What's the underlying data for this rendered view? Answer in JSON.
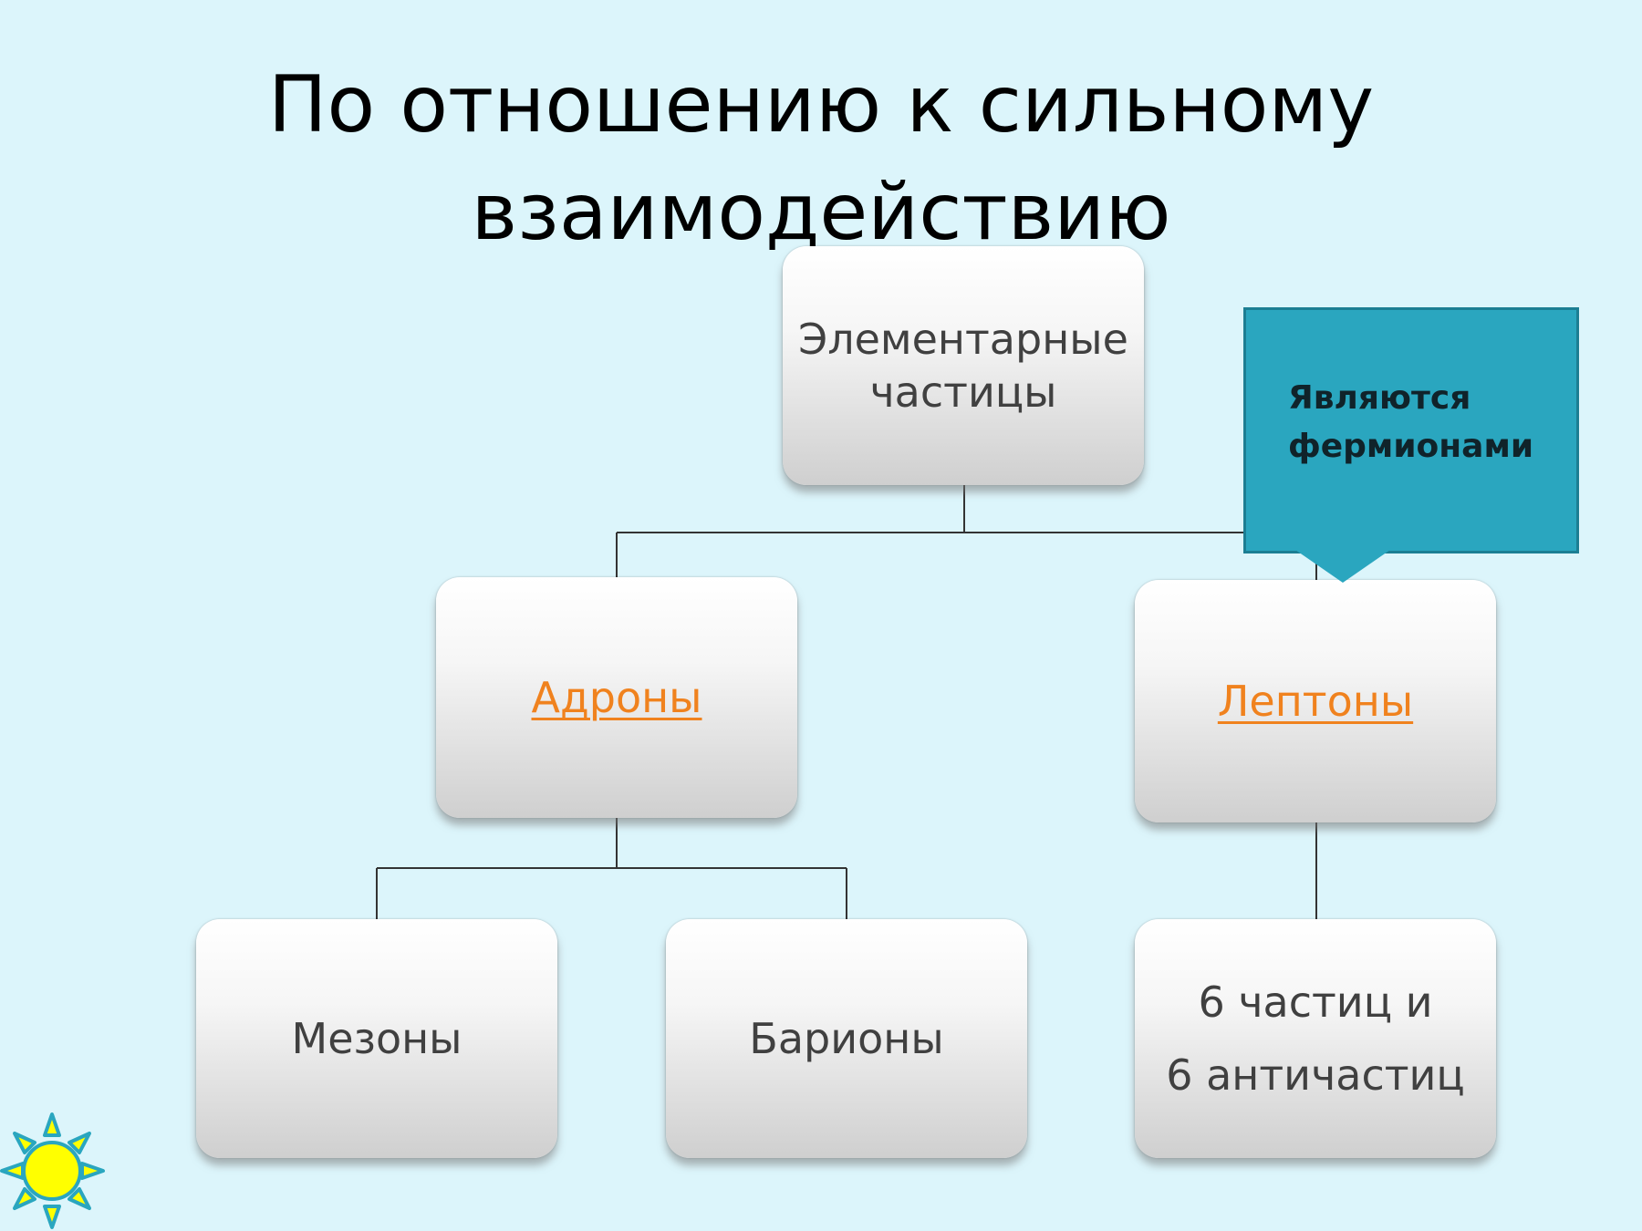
{
  "title": {
    "line1": "По отношению к сильному",
    "line2": "взаимодействию"
  },
  "nodes": {
    "root": {
      "line1": "Элементарные",
      "line2": "частицы"
    },
    "hadrons": {
      "label": "Адроны"
    },
    "leptons": {
      "label": "Лептоны"
    },
    "mesons": {
      "label": "Мезоны"
    },
    "baryons": {
      "label": "Барионы"
    },
    "lepton_count": {
      "line1": "6 частиц и",
      "line2": "6 античастиц"
    }
  },
  "callout": {
    "line1": "Являются",
    "line2": "фермионами"
  },
  "colors": {
    "background": "#dcf5fb",
    "link": "#f0821e",
    "callout": "#2aa6bf",
    "sun_fill": "#ffff00",
    "sun_rays": "#2aa6bf"
  },
  "icons": {
    "corner": "sun-icon"
  }
}
